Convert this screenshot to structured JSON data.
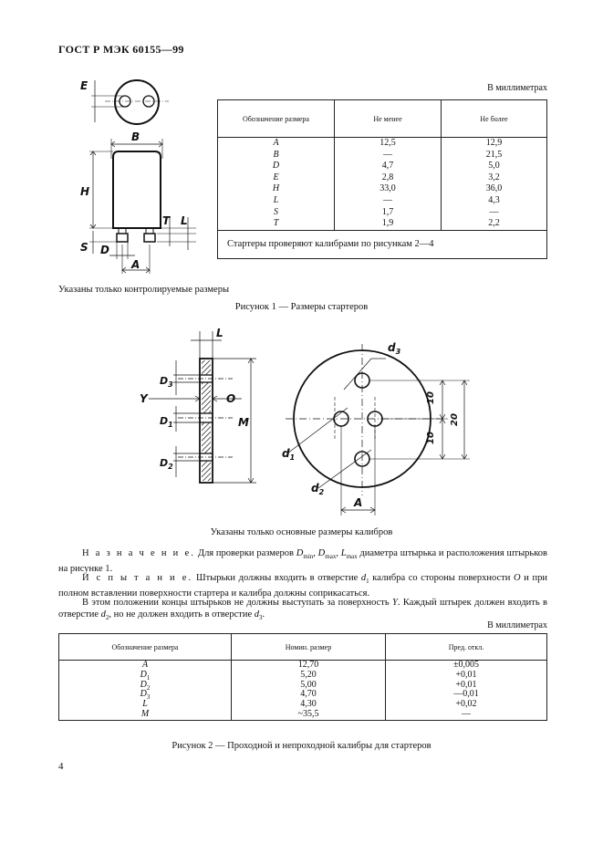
{
  "header": {
    "title": "ГОСТ Р МЭК 60155—99"
  },
  "table1": {
    "units": "В миллиметрах",
    "headers": [
      "Обозначение размера",
      "Не менее",
      "Не более"
    ],
    "rows": [
      [
        "A",
        "12,5",
        "12,9"
      ],
      [
        "B",
        "—",
        "21,5"
      ],
      [
        "D",
        "4,7",
        "5,0"
      ],
      [
        "E",
        "2,8",
        "3,2"
      ],
      [
        "H",
        "33,0",
        "36,0"
      ],
      [
        "L",
        "—",
        "4,3"
      ],
      [
        "S",
        "1,7",
        "—"
      ],
      [
        "T",
        "1,9",
        "2,2"
      ]
    ],
    "footer": "Стартеры проверяют калибрами по рисункам 2—4"
  },
  "figure1": {
    "labels": {
      "E": "E",
      "B": "B",
      "H": "H",
      "T": "T",
      "L": "L",
      "S": "S",
      "D": "D",
      "A": "A"
    },
    "note": "Указаны только контролируемые размеры",
    "caption": "Рисунок 1 — Размеры стартеров"
  },
  "figure2": {
    "labels": {
      "L": "L",
      "D3": "D",
      "D3sub": "3",
      "Y": "Y",
      "O": "O",
      "D1": "D",
      "D1sub": "1",
      "M": "M",
      "D2": "D",
      "D2sub": "2",
      "d3": "d",
      "d3sub": "3",
      "d1": "d",
      "d1sub": "1",
      "d2": "d",
      "d2sub": "2",
      "ten1": "10",
      "ten2": "10",
      "twenty": "20",
      "A": "A"
    },
    "note": "Указаны только основные размеры калибров"
  },
  "text": {
    "p1_lead": "Н а з н а ч е н и е.",
    "p1_a": " Для проверки размеров ",
    "p1_v1": "D",
    "p1_v1sub": "min",
    "p1_b": ", ",
    "p1_v2": "D",
    "p1_v2sub": "max",
    "p1_c": ", ",
    "p1_v3": "L",
    "p1_v3sub": "max",
    "p1_d": " диаметра штырька и расположения штырьков на рисунке 1.",
    "p2_lead": "И с п ы т а н и е.",
    "p2_a": " Штырьки должны входить в отверстие ",
    "p2_v1": "d",
    "p2_v1sub": "1",
    "p2_b": " калибра со стороны поверхности ",
    "p2_v2": "O",
    "p2_c": " и при полном вставлении поверхности стартера и калибра должны соприкасаться.",
    "p3_a": "В этом положении концы штырьков не должны выступать за поверхность ",
    "p3_v1": "Y",
    "p3_b": ". Каждый штырек должен входить в отверстие ",
    "p3_v2": "d",
    "p3_v2sub": "2",
    "p3_c": ", но не должен входить в отверстие ",
    "p3_v3": "d",
    "p3_v3sub": "3",
    "p3_d": "."
  },
  "table2": {
    "units": "В миллиметрах",
    "headers": [
      "Обозначение размера",
      "Номин. размер",
      "Пред. откл."
    ],
    "rows": [
      {
        "name": "A",
        "sub": "",
        "nominal": "12,70",
        "tol": "±0,005"
      },
      {
        "name": "D",
        "sub": "1",
        "nominal": "5,20",
        "tol": "+0,01"
      },
      {
        "name": "D",
        "sub": "2",
        "nominal": "5,00",
        "tol": "+0,01"
      },
      {
        "name": "D",
        "sub": "3",
        "nominal": "4,70",
        "tol": "—0,01"
      },
      {
        "name": "L",
        "sub": "",
        "nominal": "4,30",
        "tol": "+0,02"
      },
      {
        "name": "M",
        "sub": "",
        "nominal": "~35,5",
        "tol": "—"
      }
    ]
  },
  "figure2_caption": "Рисунок 2 — Проходной и непроходной калибры для стартеров",
  "page_number": "4"
}
